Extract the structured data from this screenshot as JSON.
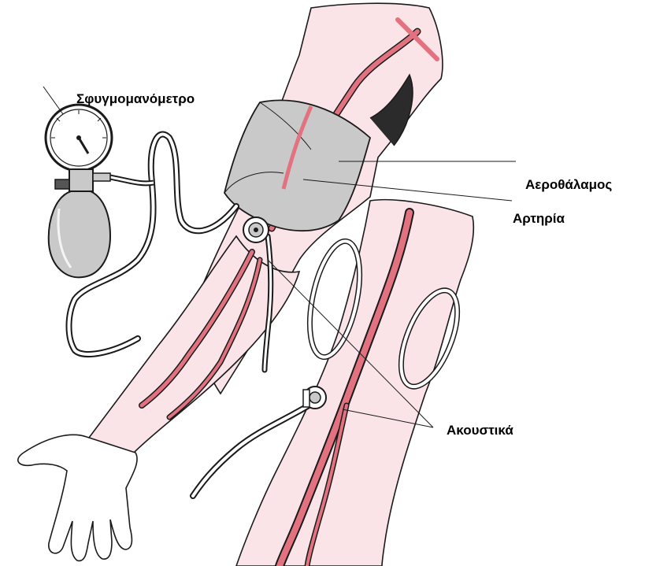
{
  "labels": {
    "sphygmomanometer": "Σφυγμομανόμετρο",
    "air_chamber": "Αεροθάλαμος",
    "artery": "Αρτηρία",
    "earpieces": "Ακουστικά"
  },
  "colors": {
    "skin": "#fbe4e8",
    "artery": "#e2727f",
    "cuff": "#c9c9c9",
    "outline": "#1a1a1a",
    "tube": "#ffffff"
  }
}
